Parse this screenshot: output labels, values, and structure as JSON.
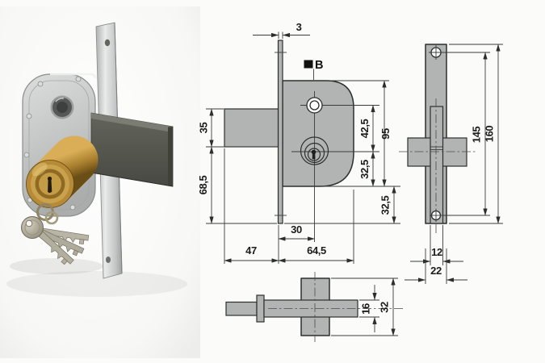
{
  "meta": {
    "description": "Mortise security lock: product photo with brass cylinder and three keys, plus dimensioned technical drawing (side, front and bottom views)"
  },
  "colors": {
    "background": "#fbfbfa",
    "drawing_fill": "#b1b4b3",
    "drawing_outline": "#2d2f2e",
    "dimension_line": "#3a3c3b",
    "text": "#1b1c1b",
    "marker_b_fill": "#111111",
    "photo_body_metal": "#c6c9c8",
    "photo_faceplate": "#d8dad9",
    "photo_bolt": "#565851",
    "photo_brass_cylinder": "#b68a36",
    "photo_keys": "#b5b1a3"
  },
  "views": {
    "side": {
      "labels": {
        "plate_thickness": "3",
        "marker": "B",
        "bolt_height": "35",
        "bolt_to_plate_end": "68,5",
        "hole_to_cylinder": "42,5",
        "body_height": "95",
        "cylinder_to_body_end": "32,5",
        "body_to_plate_end": "32,5",
        "backset": "30",
        "bolt_length": "47",
        "body_depth": "64,5"
      }
    },
    "front": {
      "labels": {
        "hole_spacing": "145",
        "plate_length": "160",
        "bolt_width": "12",
        "plate_width": "22"
      }
    },
    "bottom": {
      "labels": {
        "bolt_thickness": "16",
        "body_width": "32"
      }
    }
  }
}
